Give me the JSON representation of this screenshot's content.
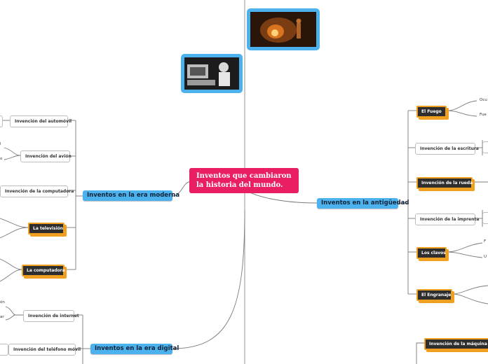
{
  "center_topic": {
    "text": "Inventos que cambiaron la historia del mundo."
  },
  "modern_era": {
    "title": "Inventos en la era moderna",
    "items": [
      "Invención del automóvil",
      "Invención del avión",
      "Invención de la computadora",
      "La televisión",
      "La computadora"
    ]
  },
  "digital_era": {
    "title": "Inventos en la era digital",
    "items": [
      "Invención de internet",
      "Invención del teléfono móvil"
    ],
    "fragments": [
      "ón",
      "ar"
    ]
  },
  "ancient_era": {
    "title": "Inventos en la antigüedad",
    "items": [
      "El Fuego",
      "Invención de la escritura",
      "Invención de la rueda",
      "Invención de la imprenta",
      "Los clavos",
      "El Engranaje"
    ],
    "fragments": [
      "Ocu",
      "Fue",
      "F",
      "U"
    ],
    "bottom_item": "Invención de la máquina de"
  },
  "images": [
    {
      "name": "cave-fire-photo",
      "icon": "photo"
    },
    {
      "name": "vintage-machine-photo",
      "icon": "photo"
    }
  ],
  "colors": {
    "center": "#e91e63",
    "main_branch": "#4cb2ee",
    "highlight_border": "#f0a020",
    "dark_node": "#2e2e2e"
  }
}
